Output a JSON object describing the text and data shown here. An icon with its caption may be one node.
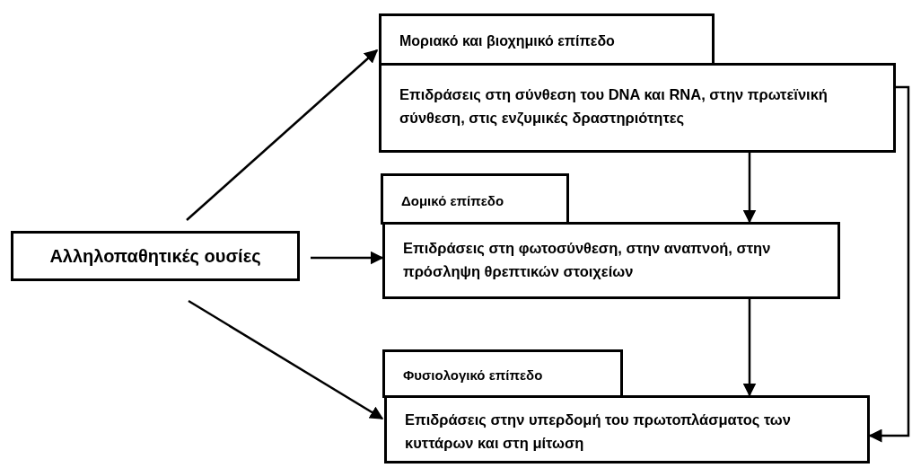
{
  "diagram": {
    "nodes": [
      {
        "text": [
          "Αλληλοπαθητικές ουσίες"
        ]
      },
      {
        "text": [
          "Μοριακό και βιοχημικό επίπεδο"
        ]
      },
      {
        "text": [
          "Επιδράσεις στη σύνθεση του DNA και RNA, στην πρωτεϊνική σύνθεση, στις ενζυμικές δραστηριότητες"
        ]
      },
      {
        "text": [
          "Δομικό επίπεδο"
        ]
      },
      {
        "text": [
          "Επιδράσεις στη φωτοσύνθεση, στην αναπνοή, στην πρόσληψη θρεπτικών στοιχείων"
        ]
      },
      {
        "text": [
          "Φυσιολογικό επίπεδο"
        ]
      },
      {
        "text": [
          "Επιδράσεις στην υπερδομή του πρωτοπλάσματος των κυττάρων και στη μίτωση"
        ]
      }
    ],
    "edges": [
      {
        "from": 0,
        "to": 1,
        "arrow": "to"
      },
      {
        "from": 0,
        "to": 4,
        "arrow": "to"
      },
      {
        "from": 0,
        "to": 6,
        "arrow": "to"
      },
      {
        "from": 2,
        "to": 4,
        "arrow": "to"
      },
      {
        "from": 4,
        "to": 6,
        "arrow": "to"
      },
      {
        "from": 2,
        "to": 6,
        "arrow": "to"
      }
    ]
  }
}
